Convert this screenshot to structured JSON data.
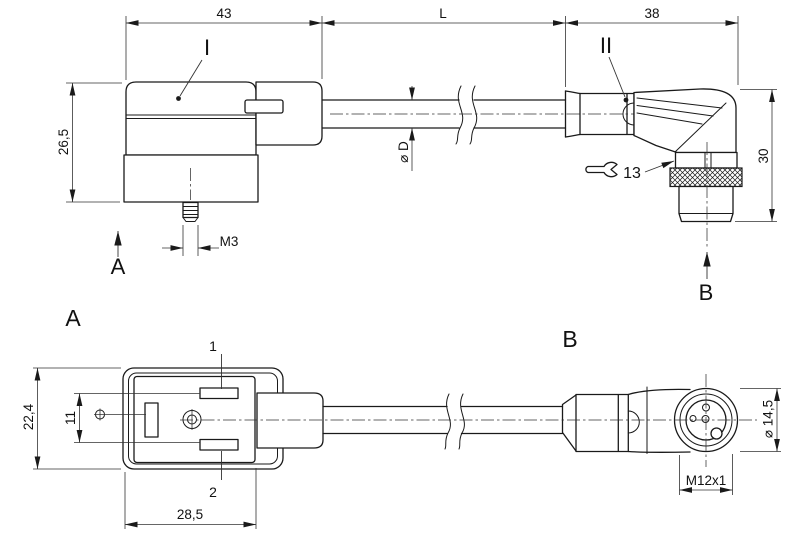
{
  "colors": {
    "line": "#1a1a1a",
    "dim": "#333333",
    "background": "#ffffff"
  },
  "dims": {
    "top_left": "43",
    "top_mid": "L",
    "top_right": "38",
    "left_height": "26,5",
    "stud_thread": "M3",
    "cable_dia": "⌀ D",
    "right_height": "30",
    "wrench_flat": "13",
    "a_height": "22,4",
    "a_pin_pitch": "11",
    "a_width": "28,5",
    "b_dia": "⌀ 14,5",
    "b_thread": "M12x1"
  },
  "labels": {
    "part1": "I",
    "part2": "II",
    "view_a_arrow": "A",
    "view_b_arrow": "B",
    "view_a_title": "A",
    "view_b_title": "B",
    "pin1": "1",
    "pin2": "2"
  }
}
